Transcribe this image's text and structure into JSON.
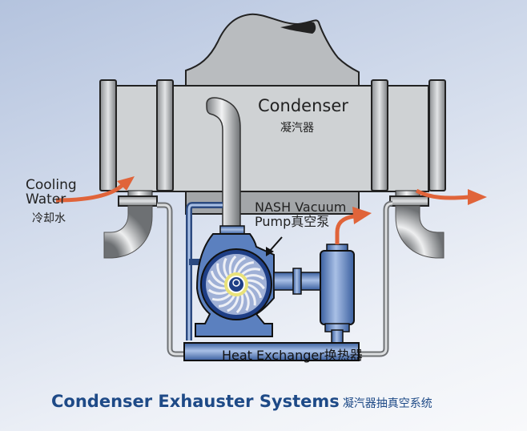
{
  "diagram": {
    "title": "Condenser Exhauster Systems",
    "title_zh": "凝汽器抽真空系统",
    "labels": {
      "condenser": "Condenser",
      "condenser_zh": "凝汽器",
      "cooling_water": "Cooling Water",
      "cooling_water_zh": "冷却水",
      "nash_line1": "NASH Vacuum",
      "nash_line2": "Pump真空泵",
      "heat_exchanger": "Heat Exchanger换热器"
    },
    "colors": {
      "flow_arrow": "#e0643a",
      "title": "#1e4a87",
      "pump_blue": "#5b80bf",
      "condenser_gray": "#cfd2d4"
    }
  }
}
